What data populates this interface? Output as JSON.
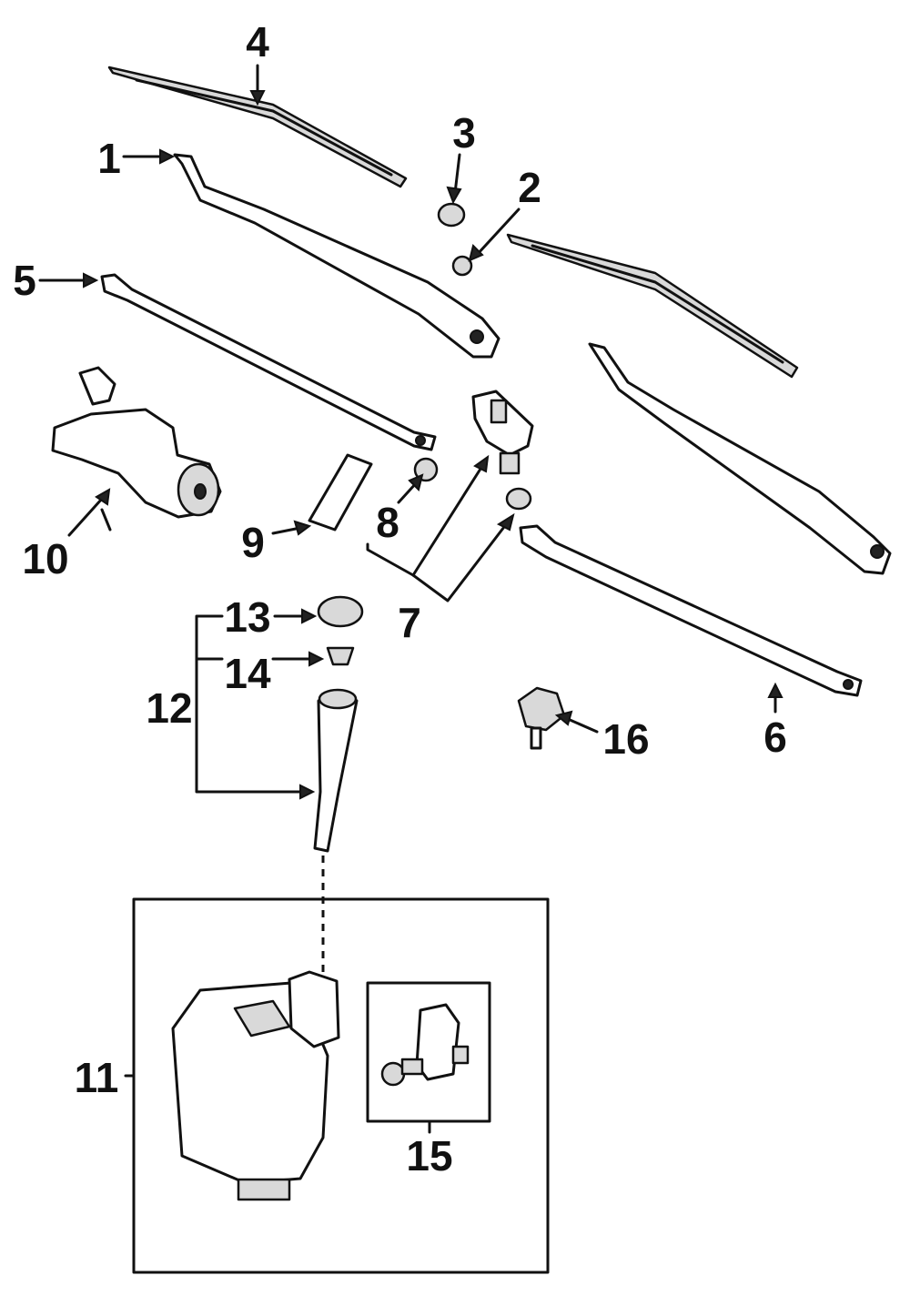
{
  "callouts": {
    "c1": "1",
    "c2": "2",
    "c3": "3",
    "c4": "4",
    "c5": "5",
    "c6": "6",
    "c7": "7",
    "c8": "8",
    "c9": "9",
    "c10": "10",
    "c11": "11",
    "c12": "12",
    "c13": "13",
    "c14": "14",
    "c15": "15",
    "c16": "16"
  },
  "colors": {
    "ink": "#111111",
    "paper": "#ffffff",
    "shade": "#d9d9d9"
  }
}
